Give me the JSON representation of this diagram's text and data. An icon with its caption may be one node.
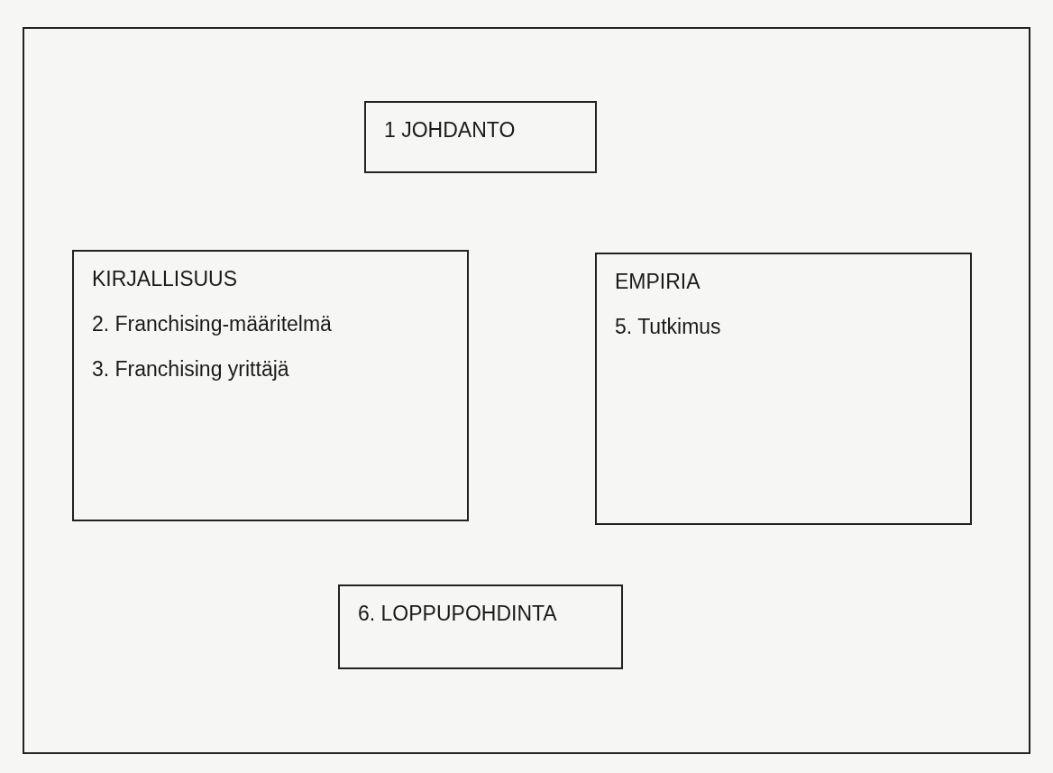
{
  "diagram": {
    "nodes": [
      {
        "text": [],
        "shape": "box"
      },
      {
        "text": [
          "1 JOHDANTO"
        ],
        "in": 0
      },
      {
        "text": [
          "KIRJALLISUUS",
          "2. Franchising-määritelmä",
          "3. Franchising yrittäjä"
        ],
        "in": 0
      },
      {
        "text": [
          "EMPIRIA",
          "5. Tutkimus"
        ],
        "in": 0
      },
      {
        "text": [
          "6. LOPPUPOHDINTA"
        ],
        "in": 0
      }
    ]
  }
}
